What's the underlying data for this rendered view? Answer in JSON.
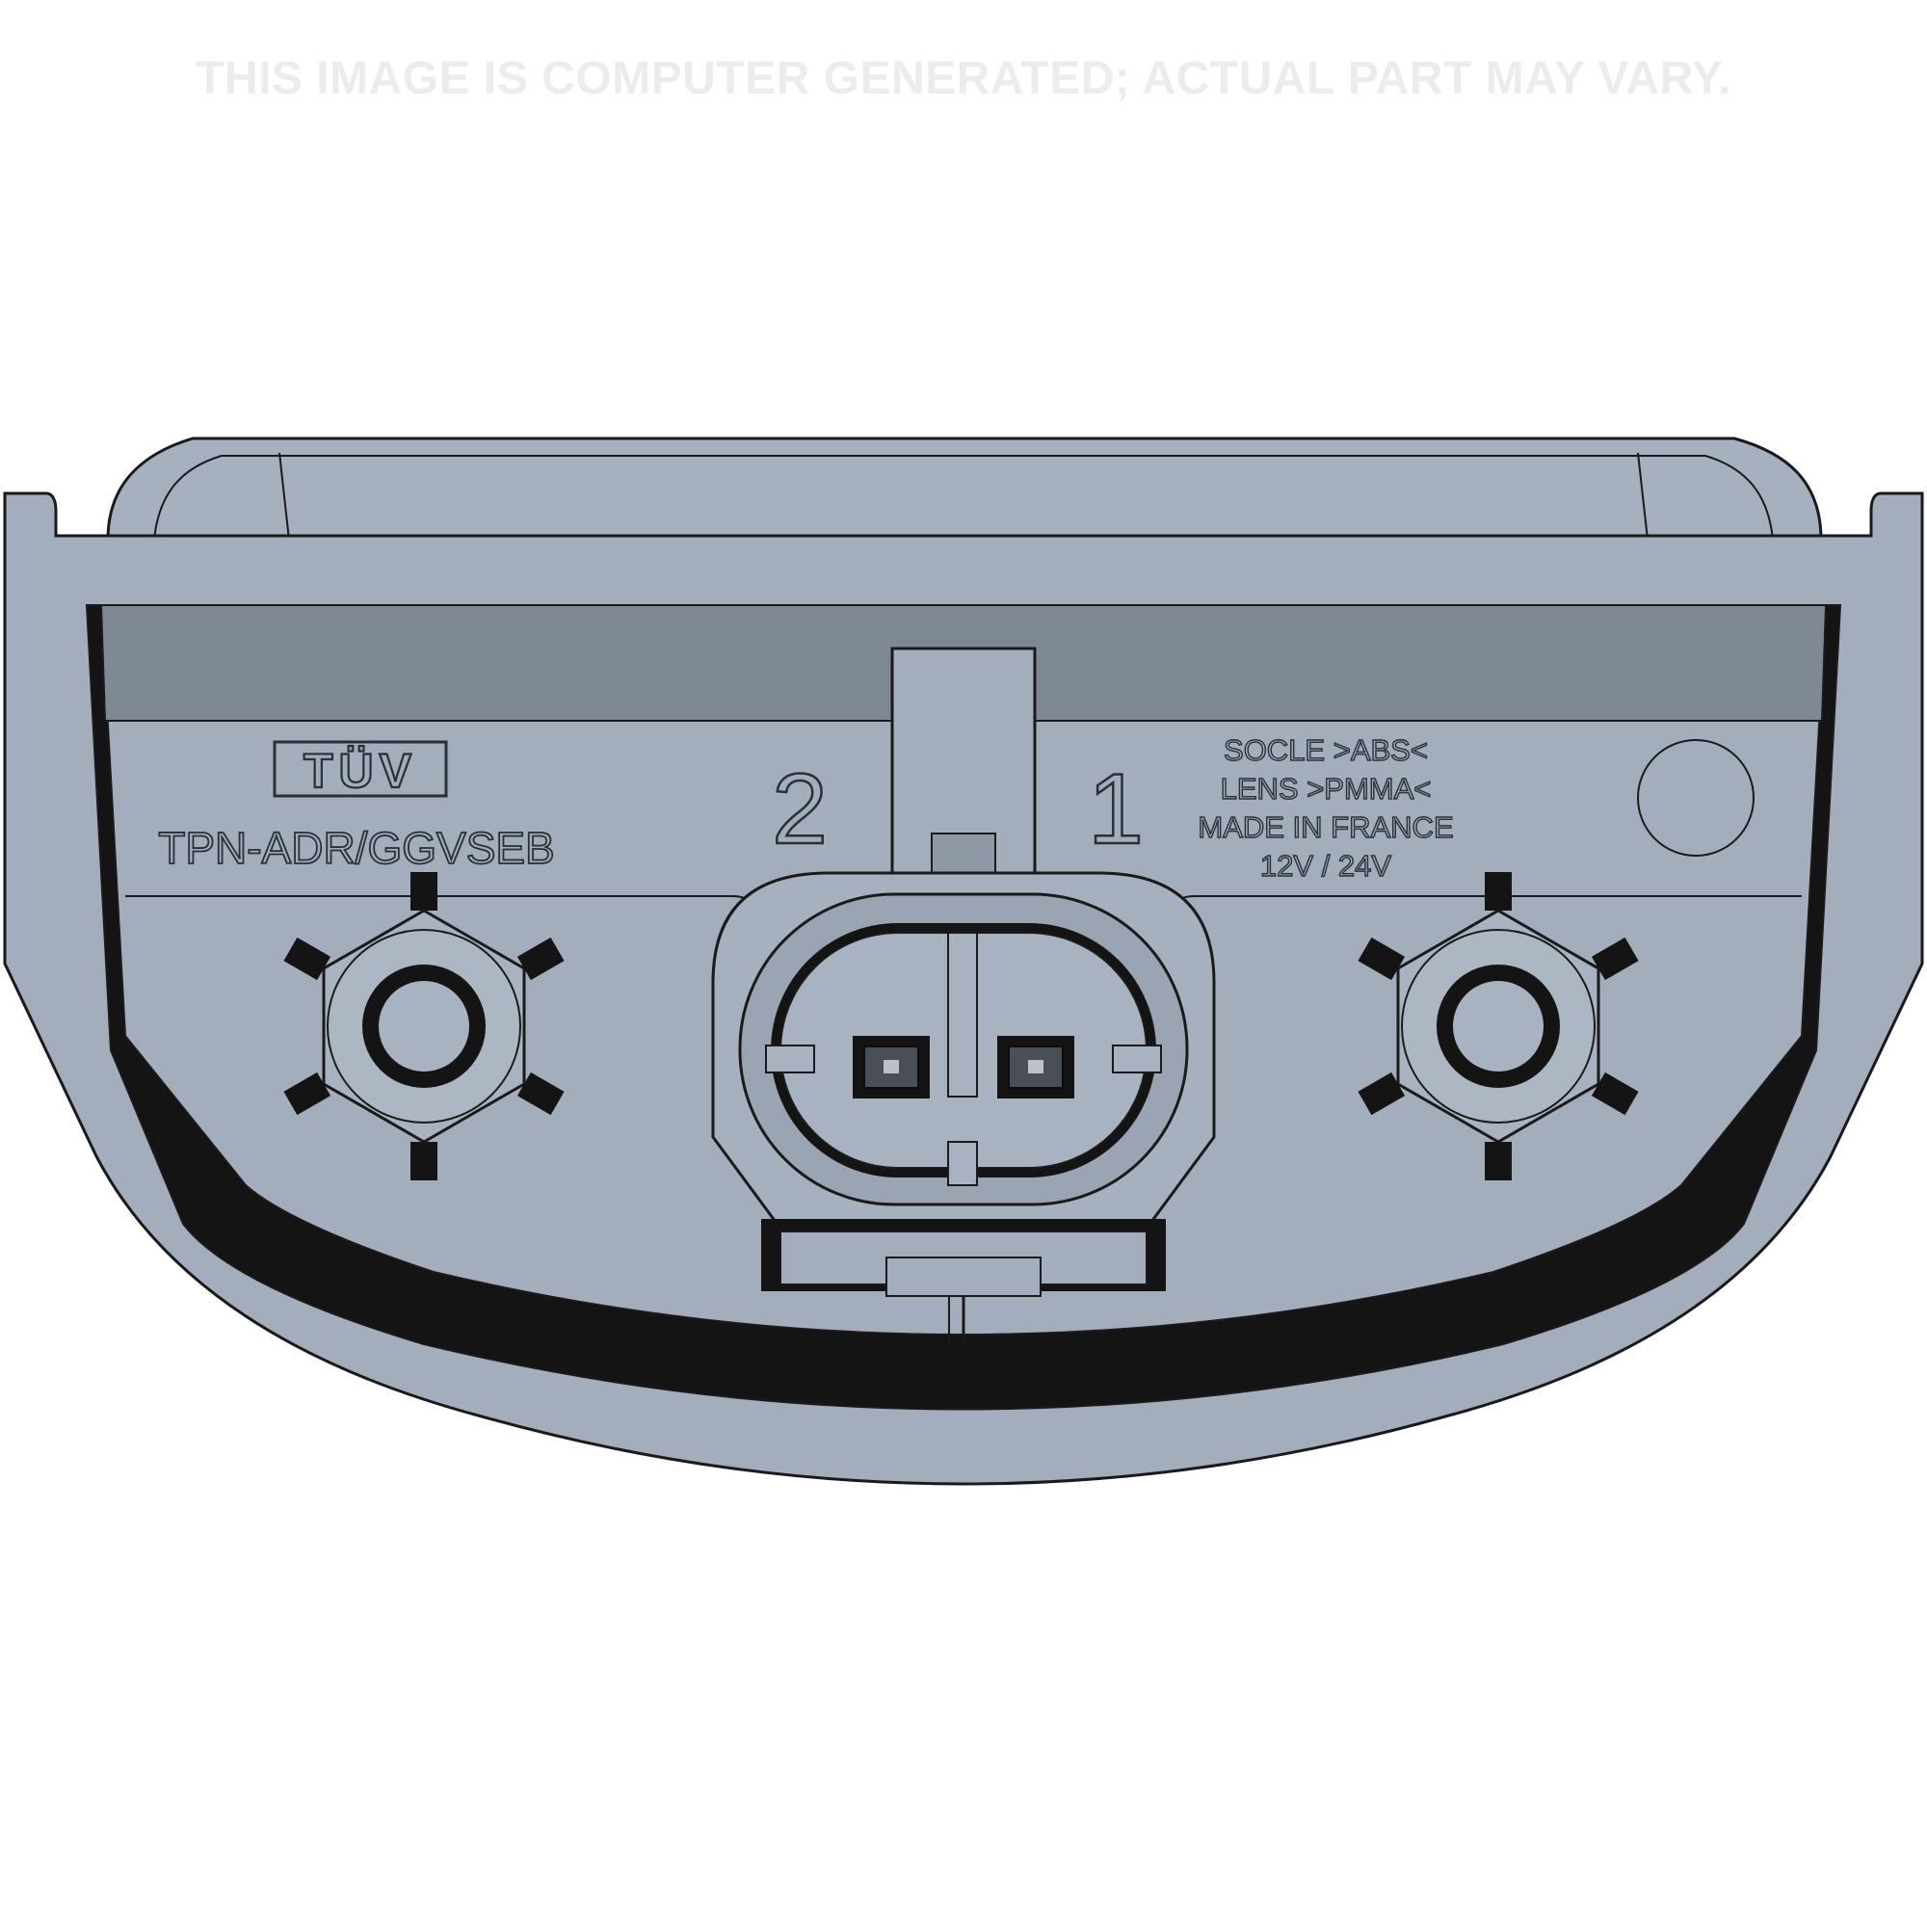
{
  "disclaimer": "THIS IMAGE IS COMPUTER GENERATED; ACTUAL PART MAY VARY.",
  "markings": {
    "tuv_logo": "TÜV",
    "approval_code": "TPN-ADR/GGVSEB",
    "pin_2": "2",
    "pin_1": "1",
    "spec_lines": [
      "SOCLE >ABS<",
      "LENS >PMMA<",
      "MADE IN FRANCE",
      "12V / 24V"
    ]
  },
  "colors": {
    "body": "#a3adbc",
    "band": "#7f8996",
    "outline": "#1a1a1a",
    "engraving": "#2a2f36",
    "disclaimer": "#ececec"
  }
}
